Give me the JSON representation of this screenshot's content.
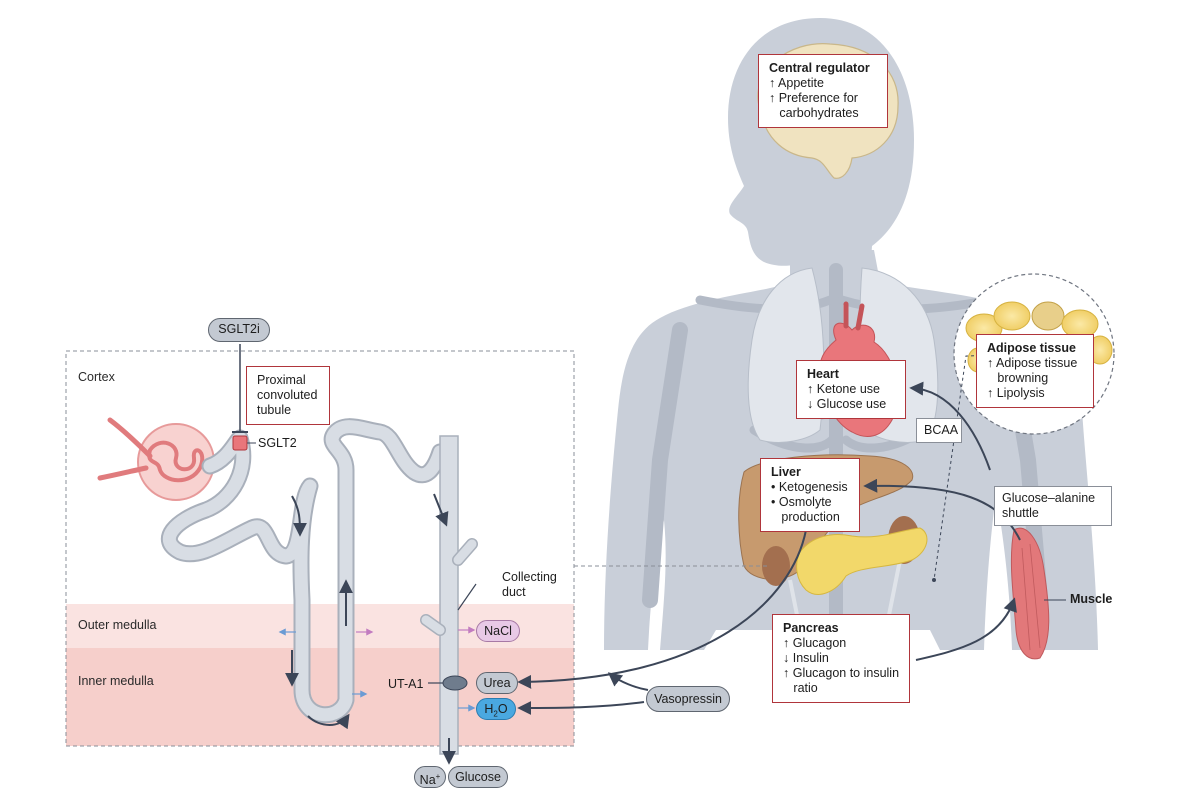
{
  "regions": {
    "cortex": "Cortex",
    "outer_medulla": "Outer medulla",
    "inner_medulla": "Inner medulla"
  },
  "kidney": {
    "sglt2i": "SGLT2i",
    "pct_label": [
      "Proximal",
      "convoluted",
      "tubule"
    ],
    "sglt2": "SGLT2",
    "collecting_duct": [
      "Collecting",
      "duct"
    ],
    "nacl": "NaCl",
    "ut_a1": "UT-A1",
    "urea": "Urea",
    "h2o": {
      "h": "H",
      "sub": "2",
      "o": "O"
    },
    "na": {
      "base": "Na",
      "sup": "+"
    },
    "glucose": "Glucose",
    "vasopressin": "Vasopressin"
  },
  "central": {
    "title": "Central regulator",
    "lines": [
      "↑ Appetite",
      "↑ Preference for",
      "   carbohydrates"
    ]
  },
  "heart": {
    "title": "Heart",
    "lines": [
      "↑ Ketone use",
      "↓ Glucose use"
    ]
  },
  "adipose": {
    "title": "Adipose tissue",
    "lines": [
      "↑ Adipose tissue",
      "   browning",
      "↑ Lipolysis"
    ]
  },
  "bcaa": "BCAA",
  "liver": {
    "title": "Liver",
    "lines": [
      "• Ketogenesis",
      "• Osmolyte",
      "   production"
    ]
  },
  "shuttle": [
    "Glucose–alanine",
    "shuttle"
  ],
  "muscle": "Muscle",
  "pancreas": {
    "title": "Pancreas",
    "lines": [
      "↑ Glucagon",
      "↓ Insulin",
      "↑ Glucagon to insulin",
      "   ratio"
    ]
  },
  "colors": {
    "body": "#c9cfd9",
    "skeleton": "#b3bac6",
    "box_border": "#b0353b",
    "arrow": "#3c4658",
    "outer_medulla": "#fae3e1",
    "inner_medulla": "#f6cfcb",
    "tubule": "#d8dde4",
    "h2o": "#4aa8e0",
    "nacl": "#e8c9e6",
    "muscle": "#e2787a",
    "liver": "#c79a6e",
    "pancreas": "#f2d86a",
    "heart": "#e9767b",
    "brain": "#f0e3c0",
    "fat": "#f7dc80"
  }
}
